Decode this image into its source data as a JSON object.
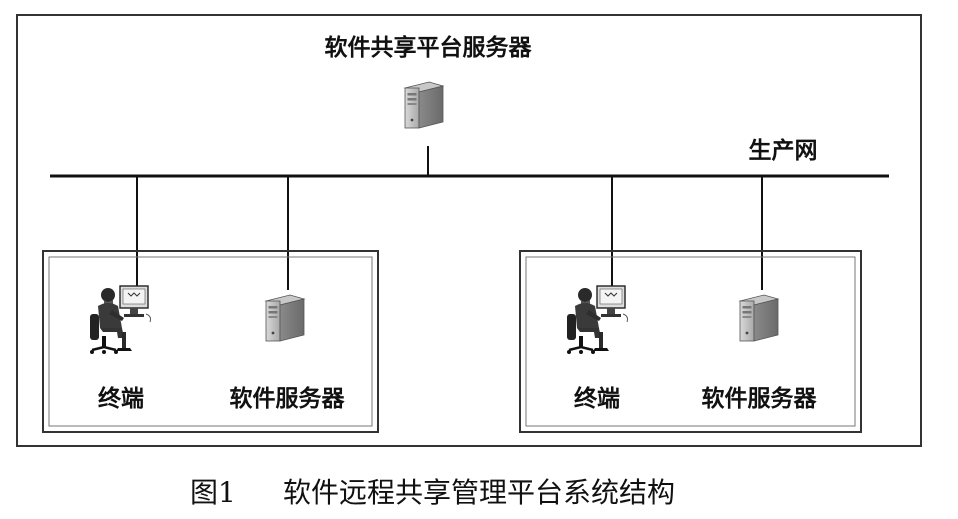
{
  "diagram": {
    "top_server_label": "软件共享平台服务器",
    "network_label": "生产网",
    "groups": [
      {
        "terminal_label": "终端",
        "server_label": "软件服务器"
      },
      {
        "terminal_label": "终端",
        "server_label": "软件服务器"
      }
    ]
  },
  "caption": {
    "number": "图1",
    "title": "软件远程共享管理平台系统结构"
  }
}
